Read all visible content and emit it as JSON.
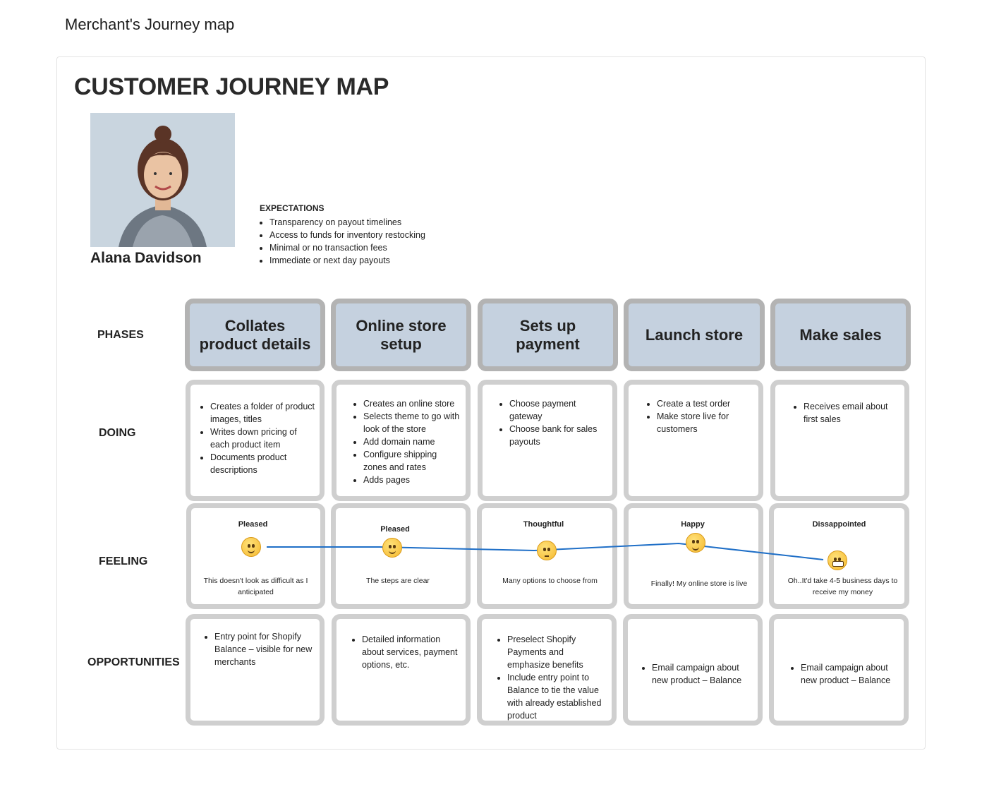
{
  "page_label": "Merchant's Journey map",
  "title": "CUSTOMER JOURNEY MAP",
  "persona": {
    "name": "Alana Davidson",
    "expectations_title": "EXPECTATIONS",
    "expectations": [
      "Transparency on payout timelines",
      "Access to funds for inventory restocking",
      "Minimal or no transaction fees",
      "Immediate or next day payouts"
    ]
  },
  "row_labels": {
    "phases": "PHASES",
    "doing": "DOING",
    "feeling": "FEELING",
    "opportunities": "OPPORTUNITIES"
  },
  "phases": [
    {
      "title": "Collates product details",
      "doing": [
        "Creates a folder of product images, titles",
        "Writes down pricing of each product item",
        "Documents product descriptions"
      ],
      "feeling": {
        "label": "Pleased",
        "note": "This doesn't look as difficult as I anticipated",
        "icon": "slightly-smiling-face-icon"
      },
      "opportunities": [
        "Entry point for Shopify Balance – visible for new merchants"
      ]
    },
    {
      "title": "Online store setup",
      "doing": [
        "Creates an online store",
        "Selects theme to go with look of the store",
        "Add domain name",
        "Configure shipping zones and rates",
        "Adds pages"
      ],
      "feeling": {
        "label": "Pleased",
        "note": "The steps are clear",
        "icon": "slightly-smiling-face-icon"
      },
      "opportunities": [
        "Detailed information about services, payment options, etc."
      ]
    },
    {
      "title": "Sets up payment",
      "doing": [
        "Choose payment gateway",
        "Choose bank for sales payouts"
      ],
      "feeling": {
        "label": "Thoughtful",
        "note": "Many options to choose from",
        "icon": "monocle-face-icon"
      },
      "opportunities": [
        "Preselect Shopify Payments and emphasize benefits",
        "Include entry point to Balance to tie the value with already established product"
      ]
    },
    {
      "title": "Launch store",
      "doing": [
        "Create a test order",
        "Make store live for customers"
      ],
      "feeling": {
        "label": "Happy",
        "note": "Finally! My online store is live",
        "icon": "smiling-face-icon"
      },
      "opportunities": [
        "Email campaign about new product – Balance"
      ]
    },
    {
      "title": "Make sales",
      "doing": [
        "Receives email about first sales"
      ],
      "feeling": {
        "label": "Dissappointed",
        "note": "Oh..It'd take 4-5 business days to receive my money",
        "icon": "grimacing-face-icon"
      },
      "opportunities": [
        "Email campaign about new product – Balance"
      ]
    }
  ]
}
